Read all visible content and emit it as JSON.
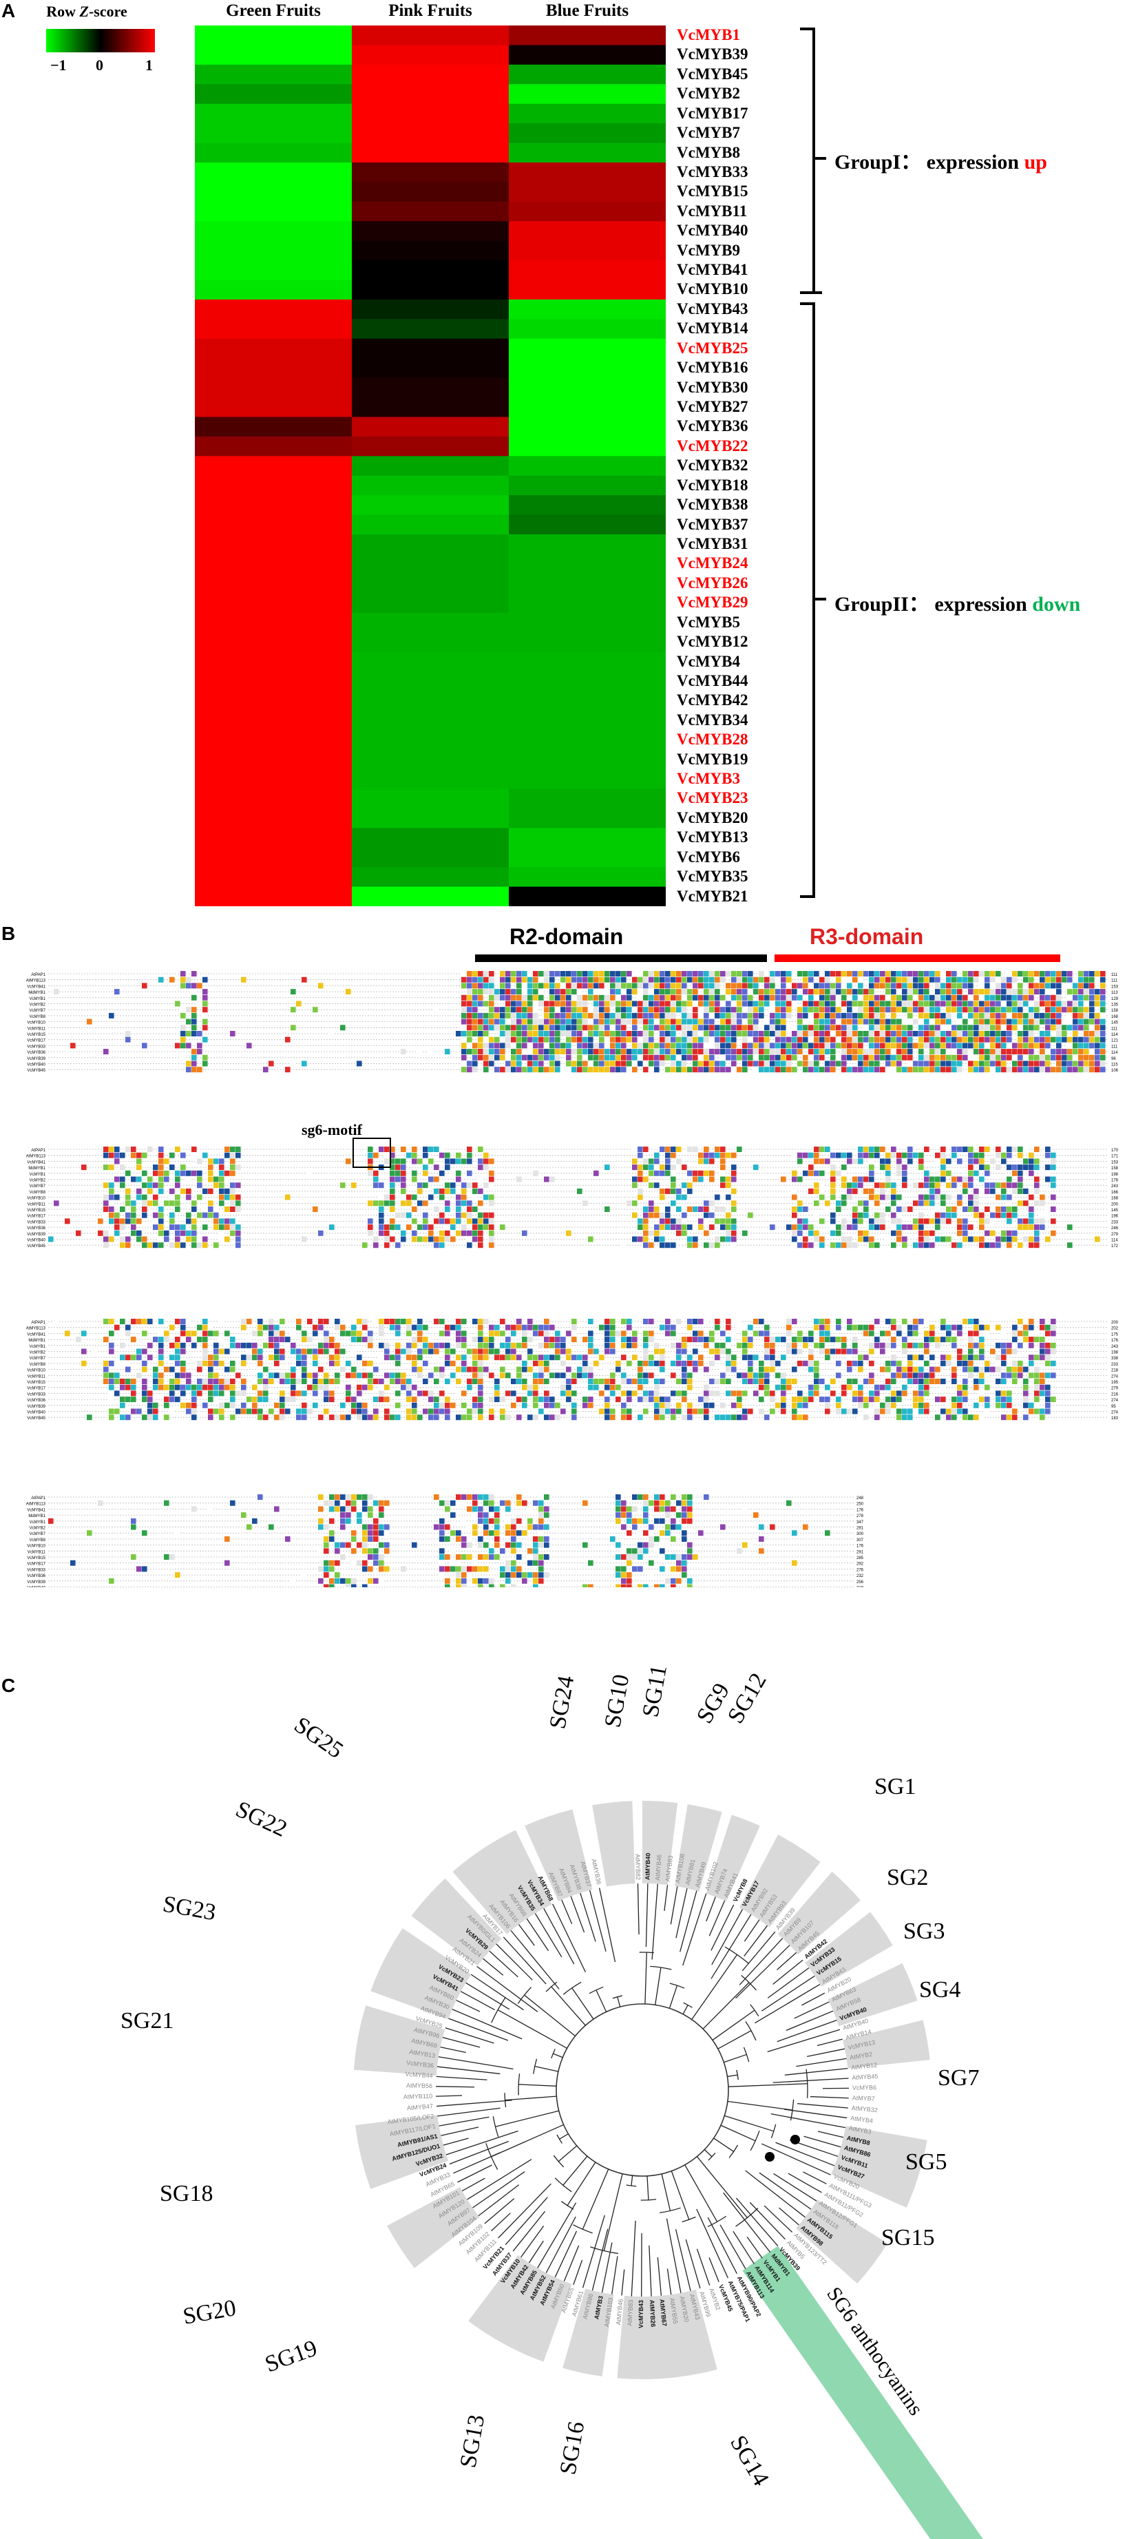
{
  "panelA": {
    "letter": "A",
    "legend": {
      "title": "Row Z-score",
      "title_prefix": "Row ",
      "title_italic": "Z",
      "title_suffix": "-score",
      "ticks": [
        "−1",
        "0",
        "1"
      ]
    },
    "columns": [
      "Green Fruits",
      "Pink Fruits",
      "Blue Fruits"
    ],
    "genes": [
      {
        "name": "VcMYB1",
        "red": true,
        "values": [
          -1.0,
          0.85,
          0.6
        ]
      },
      {
        "name": "VcMYB39",
        "red": false,
        "values": [
          -1.0,
          0.95,
          0.05
        ]
      },
      {
        "name": "VcMYB45",
        "red": false,
        "values": [
          -0.7,
          1.0,
          -0.65
        ]
      },
      {
        "name": "VcMYB2",
        "red": false,
        "values": [
          -0.6,
          1.0,
          -0.95
        ]
      },
      {
        "name": "VcMYB17",
        "red": false,
        "values": [
          -0.8,
          1.0,
          -0.7
        ]
      },
      {
        "name": "VcMYB7",
        "red": false,
        "values": [
          -0.8,
          1.0,
          -0.6
        ]
      },
      {
        "name": "VcMYB8",
        "red": false,
        "values": [
          -0.75,
          1.0,
          -0.7
        ]
      },
      {
        "name": "VcMYB33",
        "red": false,
        "values": [
          -1.0,
          0.35,
          0.7
        ]
      },
      {
        "name": "VcMYB15",
        "red": false,
        "values": [
          -1.0,
          0.3,
          0.7
        ]
      },
      {
        "name": "VcMYB11",
        "red": false,
        "values": [
          -1.0,
          0.4,
          0.65
        ]
      },
      {
        "name": "VcMYB40",
        "red": false,
        "values": [
          -0.95,
          0.1,
          0.9
        ]
      },
      {
        "name": "VcMYB9",
        "red": false,
        "values": [
          -0.95,
          0.05,
          0.9
        ]
      },
      {
        "name": "VcMYB41",
        "red": false,
        "values": [
          -0.95,
          0.0,
          0.95
        ]
      },
      {
        "name": "VcMYB10",
        "red": false,
        "values": [
          -0.9,
          0.0,
          0.95
        ]
      },
      {
        "name": "VcMYB43",
        "red": false,
        "values": [
          0.95,
          -0.15,
          -0.9
        ]
      },
      {
        "name": "VcMYB14",
        "red": false,
        "values": [
          0.95,
          -0.25,
          -0.85
        ]
      },
      {
        "name": "VcMYB25",
        "red": true,
        "values": [
          0.85,
          0.05,
          -1.0
        ]
      },
      {
        "name": "VcMYB16",
        "red": false,
        "values": [
          0.85,
          0.05,
          -1.0
        ]
      },
      {
        "name": "VcMYB30",
        "red": false,
        "values": [
          0.85,
          0.1,
          -1.0
        ]
      },
      {
        "name": "VcMYB27",
        "red": false,
        "values": [
          0.85,
          0.1,
          -1.0
        ]
      },
      {
        "name": "VcMYB36",
        "red": false,
        "values": [
          0.3,
          0.75,
          -1.0
        ]
      },
      {
        "name": "VcMYB22",
        "red": true,
        "values": [
          0.55,
          0.6,
          -1.0
        ]
      },
      {
        "name": "VcMYB32",
        "red": false,
        "values": [
          1.0,
          -0.65,
          -0.75
        ]
      },
      {
        "name": "VcMYB18",
        "red": false,
        "values": [
          1.0,
          -0.75,
          -0.65
        ]
      },
      {
        "name": "VcMYB38",
        "red": false,
        "values": [
          1.0,
          -0.8,
          -0.5
        ]
      },
      {
        "name": "VcMYB37",
        "red": false,
        "values": [
          1.0,
          -0.75,
          -0.45
        ]
      },
      {
        "name": "VcMYB31",
        "red": false,
        "values": [
          1.0,
          -0.65,
          -0.7
        ]
      },
      {
        "name": "VcMYB24",
        "red": true,
        "values": [
          1.0,
          -0.65,
          -0.7
        ]
      },
      {
        "name": "VcMYB26",
        "red": true,
        "values": [
          1.0,
          -0.65,
          -0.7
        ]
      },
      {
        "name": "VcMYB29",
        "red": true,
        "values": [
          1.0,
          -0.65,
          -0.7
        ]
      },
      {
        "name": "VcMYB5",
        "red": false,
        "values": [
          1.0,
          -0.7,
          -0.7
        ]
      },
      {
        "name": "VcMYB12",
        "red": false,
        "values": [
          1.0,
          -0.7,
          -0.7
        ]
      },
      {
        "name": "VcMYB4",
        "red": false,
        "values": [
          1.0,
          -0.72,
          -0.72
        ]
      },
      {
        "name": "VcMYB44",
        "red": false,
        "values": [
          1.0,
          -0.72,
          -0.72
        ]
      },
      {
        "name": "VcMYB42",
        "red": false,
        "values": [
          1.0,
          -0.72,
          -0.72
        ]
      },
      {
        "name": "VcMYB34",
        "red": false,
        "values": [
          1.0,
          -0.72,
          -0.72
        ]
      },
      {
        "name": "VcMYB28",
        "red": true,
        "values": [
          1.0,
          -0.72,
          -0.72
        ]
      },
      {
        "name": "VcMYB19",
        "red": false,
        "values": [
          1.0,
          -0.72,
          -0.72
        ]
      },
      {
        "name": "VcMYB3",
        "red": true,
        "values": [
          1.0,
          -0.72,
          -0.72
        ]
      },
      {
        "name": "VcMYB23",
        "red": true,
        "values": [
          1.0,
          -0.75,
          -0.68
        ]
      },
      {
        "name": "VcMYB20",
        "red": false,
        "values": [
          1.0,
          -0.75,
          -0.68
        ]
      },
      {
        "name": "VcMYB13",
        "red": false,
        "values": [
          1.0,
          -0.6,
          -0.8
        ]
      },
      {
        "name": "VcMYB6",
        "red": false,
        "values": [
          1.0,
          -0.6,
          -0.8
        ]
      },
      {
        "name": "VcMYB35",
        "red": false,
        "values": [
          1.0,
          -0.65,
          -0.75
        ]
      },
      {
        "name": "VcMYB21",
        "red": false,
        "values": [
          1.0,
          -1.0,
          0.0
        ]
      }
    ],
    "group1": {
      "prefix": "GroupI： expression ",
      "word": "up",
      "word_color": "#ff0000"
    },
    "group2": {
      "prefix": "GroupII： expression ",
      "word": "down",
      "word_color": "#00b050"
    }
  },
  "panelB": {
    "letter": "B",
    "r2_label": "R2-domain",
    "r3_label": "R3-domain",
    "motif_label": "sg6-motif",
    "block1_names": [
      "AtPAP1",
      "AtMYB113",
      "VcMYB41",
      "MdMYB1",
      "VcMYB1",
      "VcMYB2",
      "VcMYB7",
      "VcMYB8",
      "VcMYB10",
      "VcMYB11",
      "VcMYB15",
      "VcMYB17",
      "VcMYB33",
      "VcMYB36",
      "VcMYB39",
      "VcMYB40",
      "VcMYB45"
    ],
    "block1_ends": [
      "111",
      "111",
      "153",
      "113",
      "129",
      "135",
      "158",
      "168",
      "145",
      "111",
      "114",
      "121",
      "111",
      "114",
      "96",
      "115",
      "106"
    ],
    "block2_ends": [
      "170",
      "171",
      "153",
      "158",
      "198",
      "178",
      "243",
      "166",
      "168",
      "200",
      "145",
      "196",
      "233",
      "246",
      "279",
      "114",
      "172"
    ],
    "block3_ends": [
      "200",
      "202",
      "175",
      "176",
      "243",
      "198",
      "338",
      "233",
      "218",
      "274",
      "195",
      "279",
      "216",
      "274",
      "95",
      "274",
      "183"
    ],
    "block4_ends": [
      "248",
      "250",
      "176",
      "278",
      "347",
      "291",
      "300",
      "307",
      "176",
      "291",
      "285",
      "292",
      "276",
      "232",
      "256",
      "219",
      "191"
    ],
    "residue_colors": [
      "#1b4f9c",
      "#2fa14a",
      "#e02a2a",
      "#f0c419",
      "#8e44ad",
      "#25b6c9",
      "#f07f1c",
      "#e3e3e3",
      "#ffffff",
      "#5c6bd1",
      "#7ac943"
    ]
  },
  "panelC": {
    "letter": "C",
    "subgroups": [
      "SG25",
      "SG22",
      "SG23",
      "SG21",
      "SG18",
      "SG20",
      "SG19",
      "SG13",
      "SG16",
      "SG14",
      "SG6 anthocyanins",
      "SG15",
      "SG5",
      "SG7",
      "SG4",
      "SG3",
      "SG2",
      "SG1",
      "SG12",
      "SG9",
      "SG11",
      "SG10",
      "SG24"
    ],
    "leaves": [
      {
        "n": "AtMYB36",
        "b": false
      },
      {
        "n": "AtMYB37",
        "b": false
      },
      {
        "n": "AtMYB38",
        "b": false
      },
      {
        "n": "AtMYB84",
        "b": false
      },
      {
        "n": "AtMYB87",
        "b": false
      },
      {
        "n": "AtMYB68",
        "b": true
      },
      {
        "n": "VcMYB34",
        "b": true
      },
      {
        "n": "VcMYB35",
        "b": true
      },
      {
        "n": "AtMYB66",
        "b": false
      },
      {
        "n": "AtMYB16",
        "b": false
      },
      {
        "n": "AtMYB106",
        "b": false
      },
      {
        "n": "AtMYB17",
        "b": false
      },
      {
        "n": "AtMYB0/GL1",
        "b": false
      },
      {
        "n": "VcMYB29",
        "b": true
      },
      {
        "n": "AtMYB24",
        "b": false
      },
      {
        "n": "AtMYB21",
        "b": false
      },
      {
        "n": "VcMYB20",
        "b": false
      },
      {
        "n": "VcMYB23",
        "b": true
      },
      {
        "n": "VcMYB41",
        "b": true
      },
      {
        "n": "AtMYB60",
        "b": false
      },
      {
        "n": "AtMYB30",
        "b": false
      },
      {
        "n": "AtMYB94",
        "b": false
      },
      {
        "n": "VcMYB25",
        "b": false
      },
      {
        "n": "AtMYB96",
        "b": false
      },
      {
        "n": "AtMYB69",
        "b": false
      },
      {
        "n": "AtMYB13",
        "b": false
      },
      {
        "n": "VcMYB36",
        "b": false
      },
      {
        "n": "VcMYB44",
        "b": false
      },
      {
        "n": "AtMYB56",
        "b": false
      },
      {
        "n": "AtMYB110",
        "b": false
      },
      {
        "n": "AtMYB47",
        "b": false
      },
      {
        "n": "AtMYB105/LOF2",
        "b": false
      },
      {
        "n": "AtMYB117/LOF1",
        "b": false
      },
      {
        "n": "AtMYB91/AS1",
        "b": true
      },
      {
        "n": "AtMYB125/DUO1",
        "b": true
      },
      {
        "n": "VcMYB32",
        "b": true
      },
      {
        "n": "VcMYB24",
        "b": true
      },
      {
        "n": "AtMYB33",
        "b": false
      },
      {
        "n": "AtMYB65",
        "b": false
      },
      {
        "n": "AtMYB101",
        "b": false
      },
      {
        "n": "AtMYB120",
        "b": false
      },
      {
        "n": "AtMYB97",
        "b": false
      },
      {
        "n": "AtMYB104",
        "b": false
      },
      {
        "n": "AtMYB109",
        "b": false
      },
      {
        "n": "AtMYB102",
        "b": false
      },
      {
        "n": "AtMYB111",
        "b": false
      },
      {
        "n": "VcMYB21",
        "b": true
      },
      {
        "n": "AtMYB37",
        "b": true
      },
      {
        "n": "VcMYB10",
        "b": true
      },
      {
        "n": "AtMYB42",
        "b": true
      },
      {
        "n": "AtMYB85",
        "b": true
      },
      {
        "n": "AtMYB52",
        "b": true
      },
      {
        "n": "AtMYB54",
        "b": true
      },
      {
        "n": "AtMYB50",
        "b": false
      },
      {
        "n": "AtMYB55",
        "b": false
      },
      {
        "n": "AtMYB61",
        "b": false
      },
      {
        "n": "AtMYB86",
        "b": false
      },
      {
        "n": "AtMYB3",
        "b": true
      },
      {
        "n": "AtMYB103",
        "b": false
      },
      {
        "n": "AtMYB46",
        "b": false
      },
      {
        "n": "AtMYB83",
        "b": false
      },
      {
        "n": "VcMYB43",
        "b": true
      },
      {
        "n": "AtMYB26",
        "b": true
      },
      {
        "n": "AtMYB67",
        "b": true
      },
      {
        "n": "AtMYB55",
        "b": false
      },
      {
        "n": "AtMYB20",
        "b": false
      },
      {
        "n": "AtMYB43",
        "b": false
      },
      {
        "n": "AtMYB99",
        "b": false
      },
      {
        "n": "AtMYB2",
        "b": false
      },
      {
        "n": "VcMYB45",
        "b": true
      },
      {
        "n": "AtMYB75/PAP1",
        "b": true
      },
      {
        "n": "AtMYB90/PAP2",
        "b": true
      },
      {
        "n": "AtMYB113",
        "b": true
      },
      {
        "n": "AtMYB114",
        "b": true
      },
      {
        "n": "VcMYB1",
        "b": true
      },
      {
        "n": "MdMYB1",
        "b": true
      },
      {
        "n": "VcMYB39",
        "b": true
      },
      {
        "n": "AtMYB5",
        "b": false
      },
      {
        "n": "AtMYB123/TT2",
        "b": false
      },
      {
        "n": "AtMYB98",
        "b": true
      },
      {
        "n": "AtMYB115",
        "b": true
      },
      {
        "n": "AtMYB118",
        "b": false
      },
      {
        "n": "AtMYB12/PFG1",
        "b": false
      },
      {
        "n": "AtMYB11/PFG2",
        "b": false
      },
      {
        "n": "AtMYB111/PFG3",
        "b": false
      },
      {
        "n": "VcMYB20",
        "b": false
      },
      {
        "n": "VcMYB27",
        "b": true
      },
      {
        "n": "VcMYB11",
        "b": true
      },
      {
        "n": "AtMYB86",
        "b": true
      },
      {
        "n": "AtMYB8",
        "b": true
      },
      {
        "n": "AtMYB3",
        "b": false
      },
      {
        "n": "AtMYB4",
        "b": false
      },
      {
        "n": "AtMYB32",
        "b": false
      },
      {
        "n": "AtMYB7",
        "b": false
      },
      {
        "n": "VcMYB6",
        "b": false
      },
      {
        "n": "AtMYB45",
        "b": false
      },
      {
        "n": "AtMYB12",
        "b": false
      },
      {
        "n": "AtMYB2",
        "b": false
      },
      {
        "n": "VcMYB13",
        "b": false
      },
      {
        "n": "AtMYB14",
        "b": false
      },
      {
        "n": "AtMYB40",
        "b": false
      },
      {
        "n": "VcMYB40",
        "b": true
      },
      {
        "n": "AtMYB58",
        "b": false
      },
      {
        "n": "AtMYB63",
        "b": false
      },
      {
        "n": "AtMYB20",
        "b": false
      },
      {
        "n": "AtMYB43",
        "b": false
      },
      {
        "n": "VcMYB15",
        "b": true
      },
      {
        "n": "VcMYB33",
        "b": true
      },
      {
        "n": "AtMYB42",
        "b": true
      },
      {
        "n": "AtMYB45",
        "b": false
      },
      {
        "n": "AtMYB107",
        "b": false
      },
      {
        "n": "AtMYB9",
        "b": false
      },
      {
        "n": "AtMYB39",
        "b": false
      },
      {
        "n": "AtMYB93",
        "b": false
      },
      {
        "n": "AtMYB53",
        "b": false
      },
      {
        "n": "AtMYB92",
        "b": false
      },
      {
        "n": "VcMYB17",
        "b": true
      },
      {
        "n": "VcMYB8",
        "b": true
      },
      {
        "n": "AtMYB41",
        "b": false
      },
      {
        "n": "AtMYB74",
        "b": false
      },
      {
        "n": "AtMYB102",
        "b": false
      },
      {
        "n": "AtMYB49",
        "b": false
      },
      {
        "n": "AtMYB81",
        "b": false
      },
      {
        "n": "AtMYB108",
        "b": false
      },
      {
        "n": "AtMYB83",
        "b": false
      },
      {
        "n": "AtMYB46",
        "b": false
      },
      {
        "n": "AtMYB40",
        "b": true
      },
      {
        "n": "AtMYB82",
        "b": false
      }
    ]
  }
}
